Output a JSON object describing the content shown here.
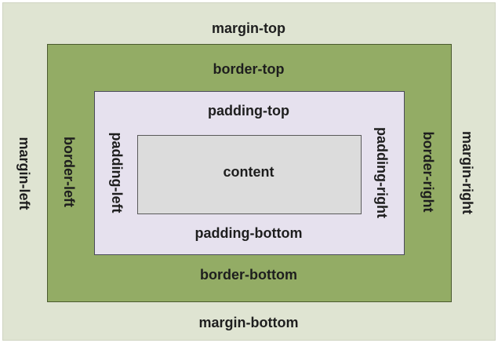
{
  "labels": {
    "margin_top": "margin-top",
    "margin_bottom": "margin-bottom",
    "margin_left": "margin-left",
    "margin_right": "margin-right",
    "border_top": "border-top",
    "border_bottom": "border-bottom",
    "border_left": "border-left",
    "border_right": "border-right",
    "padding_top": "padding-top",
    "padding_bottom": "padding-bottom",
    "padding_left": "padding-left",
    "padding_right": "padding-right",
    "content": "content"
  },
  "colors": {
    "margin": "#dfe4d2",
    "border": "#93ac65",
    "padding": "#e6e1ee",
    "content": "#dcdcdc"
  }
}
